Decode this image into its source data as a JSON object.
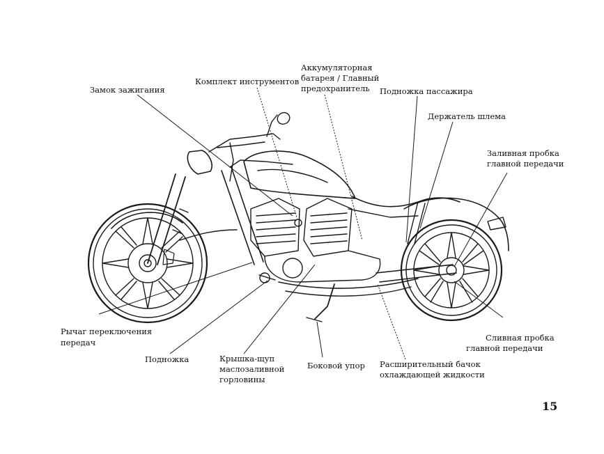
{
  "labels": {
    "ignition_lock": "Замок зажигания",
    "instrument_set": "Комплект инструментов",
    "battery_1": "Аккумуляторная",
    "battery_2": "батарея / Главный",
    "battery_3": "предохранитель",
    "passenger_peg": "Подножка пассажира",
    "helmet_holder": "Держатель шлема",
    "final_fill_1": "Заливная пробка",
    "final_fill_2": "главной передачи",
    "shift_lever_1": "Рычаг переключения",
    "shift_lever_2": "передач",
    "footpeg": "Подножка",
    "oil_cap_1": "Крышка-щуп",
    "oil_cap_2": "маслозаливной",
    "oil_cap_3": "горловины",
    "side_stand": "Боковой упор",
    "coolant_1": "Расширительный бачок",
    "coolant_2": "охлаждающей жидкости",
    "final_drain_1": "Сливная пробка",
    "final_drain_2": "главной передачи"
  },
  "page_number": "15"
}
